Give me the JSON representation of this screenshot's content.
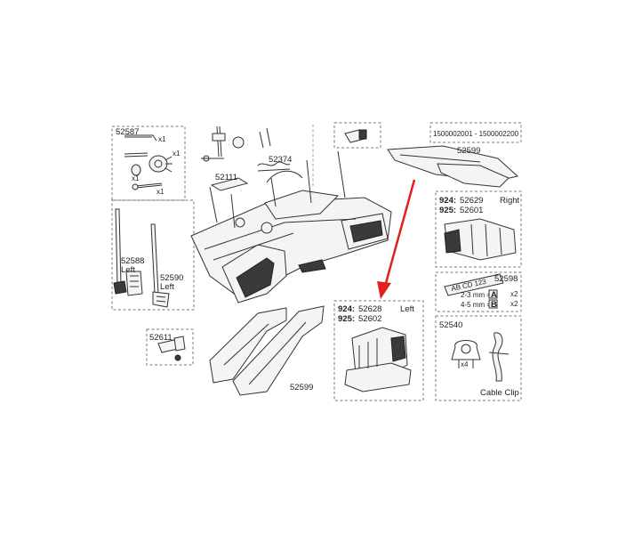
{
  "labels": {
    "p52587": "52587",
    "p52374": "52374",
    "p52111": "52111",
    "p52588": "52588",
    "p52588_side": "Left",
    "p52590": "52590",
    "p52590_side": "Left",
    "p52611": "52611",
    "p52599_top": "52599",
    "p52599_bottom": "52599",
    "serial": "1500002001 - 1500002200",
    "r924_model": "924:",
    "r924_part": "52629",
    "r925_model": "925:",
    "r925_part": "52601",
    "right_side": "Right",
    "p52598": "52598",
    "plate": "AB CD 123",
    "mm_a": "2-3 mm =",
    "mm_a_letter": "A",
    "mm_a_qty": "x2",
    "mm_b": "4-5 mm =",
    "mm_b_letter": "B",
    "mm_b_qty": "x2",
    "l924_model": "924:",
    "l924_part": "52628",
    "l925_model": "925:",
    "l925_part": "52602",
    "left_side": "Left",
    "p52540": "52540",
    "cable_clip": "Cable Clip",
    "qty_x1_a": "x1",
    "qty_x1_b": "x1",
    "qty_x1_c": "x1",
    "qty_x1_d": "x1",
    "qty_x4": "x4"
  },
  "colors": {
    "arrow": "#e0201b",
    "line": "#333333",
    "dashed_box": "#777777"
  }
}
